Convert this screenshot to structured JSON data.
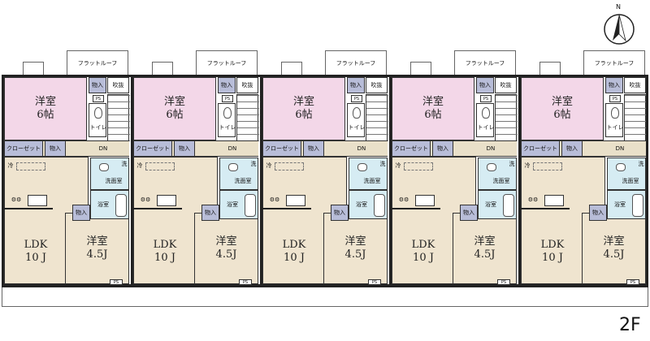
{
  "diagram": {
    "floor_label": "2F",
    "compass_label": "N",
    "unit_count": 5,
    "labels": {
      "western_6": "洋室",
      "western_6_size": "6帖",
      "western_45": "洋室",
      "western_45_size": "4.5J",
      "ldk": "LDK",
      "ldk_size": "10 J",
      "roof": "フラットルーフ",
      "storage": "物入",
      "void": "吹抜",
      "ps": "PS",
      "toilet": "トイレ",
      "closet": "クローゼット",
      "down": "DN",
      "fridge": "冷",
      "washer": "洗",
      "washroom": "洗面室",
      "bathroom": "浴室",
      "stove": "⚙⚙"
    }
  }
}
